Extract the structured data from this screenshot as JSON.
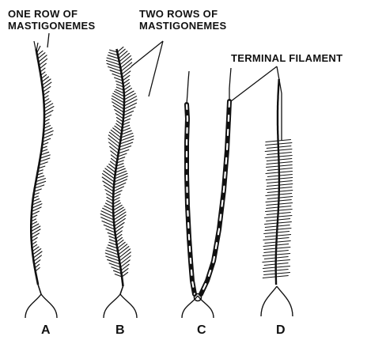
{
  "labels": {
    "one_row_line1": "ONE ROW OF",
    "one_row_line2": "MASTIGONEMES",
    "two_rows_line1": "TWO ROWS OF",
    "two_rows_line2": "MASTIGONEMES",
    "terminal_filament": "TERMINAL FILAMENT"
  },
  "panels": [
    {
      "letter": "A",
      "type": "one row of mastigonemes"
    },
    {
      "letter": "B",
      "type": "two rows of mastigonemes"
    },
    {
      "letter": "C",
      "type": "smooth flagellum with terminal filament"
    },
    {
      "letter": "D",
      "type": "two rows of mastigonemes with terminal filament"
    }
  ],
  "ink_color": "#111111"
}
